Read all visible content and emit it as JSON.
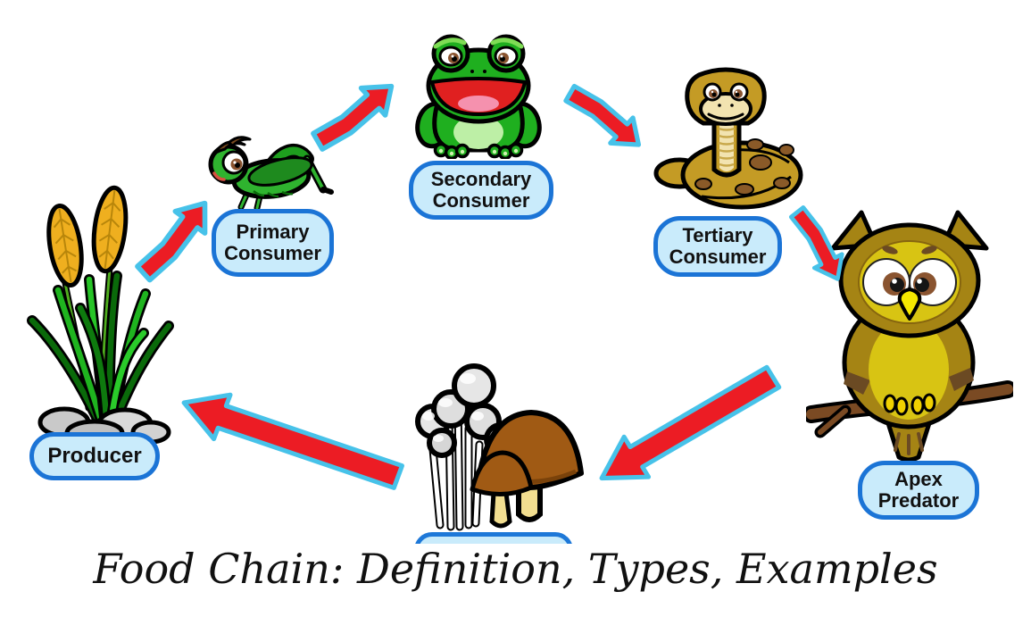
{
  "title": {
    "text": "Food Chain: Definition, Types, Examples"
  },
  "nodes": {
    "producer": {
      "label": "Producer",
      "organism": "grass"
    },
    "primary_consumer": {
      "line1": "Primary",
      "line2": "Consumer",
      "organism": "grasshopper"
    },
    "secondary_consumer": {
      "line1": "Secondary",
      "line2": "Consumer",
      "organism": "frog"
    },
    "tertiary_consumer": {
      "line1": "Tertiary",
      "line2": "Consumer",
      "organism": "snake"
    },
    "apex_predator": {
      "line1": "Apex",
      "line2": "Predator",
      "organism": "owl"
    },
    "decomposer": {
      "organism": "mushrooms"
    }
  },
  "arrows": [
    {
      "from": "grass",
      "to": "grasshopper"
    },
    {
      "from": "grasshopper",
      "to": "frog"
    },
    {
      "from": "frog",
      "to": "snake"
    },
    {
      "from": "snake",
      "to": "owl"
    },
    {
      "from": "owl",
      "to": "mushrooms"
    },
    {
      "from": "mushrooms",
      "to": "grass"
    }
  ],
  "colors": {
    "label_fill": "#C9EBFB",
    "label_border": "#1B74D6",
    "label_text": "#111111",
    "arrow_fill": "#EC1C24",
    "arrow_outline": "#47C2E9",
    "title_color": "#111111",
    "background": "#FFFFFF"
  }
}
